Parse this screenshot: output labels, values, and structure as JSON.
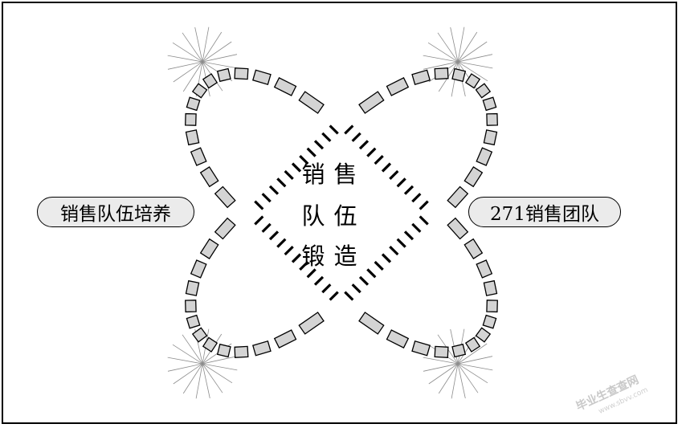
{
  "center_title": {
    "row1": [
      "销",
      "售"
    ],
    "row2": [
      "队",
      "伍"
    ],
    "row3": [
      "锻",
      "造"
    ]
  },
  "left_label": "销售队伍培养",
  "right_label": "271销售团队",
  "watermark": "毕业生查查网",
  "watermark_url": "www.sbvv.com",
  "colors": {
    "segment_fill": "#d4d4d4",
    "outline": "#000000",
    "pill_fill": "#ebebeb",
    "ray": "#8c8c8c"
  }
}
